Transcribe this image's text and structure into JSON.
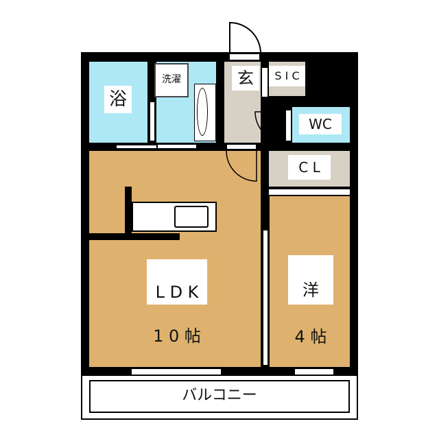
{
  "rooms": {
    "bath": "浴",
    "laundry": "洗濯",
    "entrance": "玄",
    "sic": "S I C",
    "wc": "WC",
    "closet": "C L",
    "ldk_name": "L D K",
    "ldk_size": "1 0 帖",
    "western_name": "洋",
    "western_size": "4 帖",
    "balcony": "バルコニー"
  },
  "colors": {
    "living": "#deb26e",
    "wet": "#aee8f5",
    "storage": "#d6d1c4",
    "wall": "#000000"
  }
}
